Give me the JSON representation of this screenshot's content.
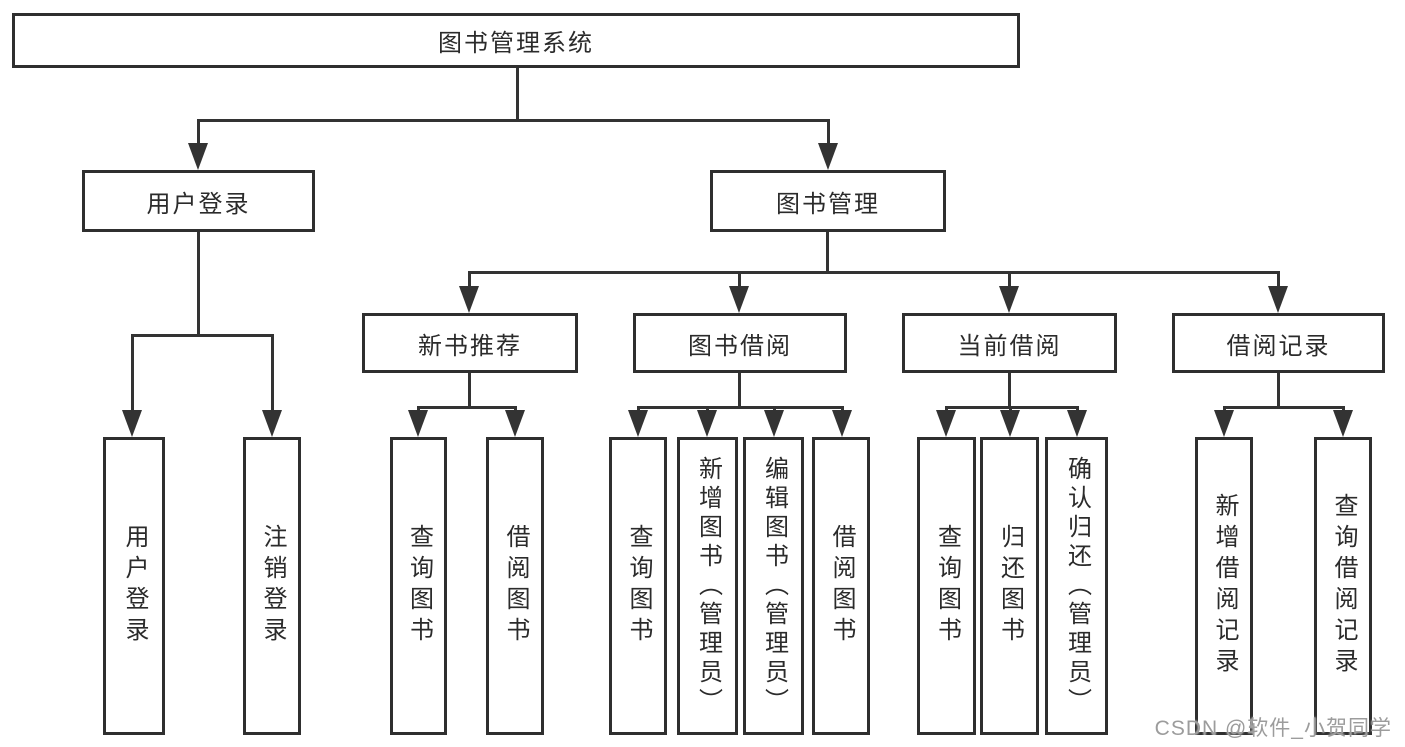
{
  "diagram": {
    "root": {
      "label": "图书管理系统"
    },
    "branches": [
      {
        "label": "用户登录",
        "children": [
          {
            "label": "用户登录"
          },
          {
            "label": "注销登录"
          }
        ]
      },
      {
        "label": "图书管理",
        "children": [
          {
            "label": "新书推荐",
            "children": [
              {
                "label": "查询图书"
              },
              {
                "label": "借阅图书"
              }
            ]
          },
          {
            "label": "图书借阅",
            "children": [
              {
                "label": "查询图书"
              },
              {
                "label": "新增图书（管理员）"
              },
              {
                "label": "编辑图书（管理员）"
              },
              {
                "label": "借阅图书"
              }
            ]
          },
          {
            "label": "当前借阅",
            "children": [
              {
                "label": "查询图书"
              },
              {
                "label": "归还图书"
              },
              {
                "label": "确认归还（管理员）"
              }
            ]
          },
          {
            "label": "借阅记录",
            "children": [
              {
                "label": "新增借阅记录"
              },
              {
                "label": "查询借阅记录"
              }
            ]
          }
        ]
      }
    ]
  },
  "watermark": {
    "text": "CSDN @软件_小贺同学"
  },
  "colors": {
    "line": "#333333",
    "box_border": "#2f2f2f",
    "text": "#2b2b2b",
    "watermark": "#9c9c9c",
    "background": "#ffffff"
  }
}
